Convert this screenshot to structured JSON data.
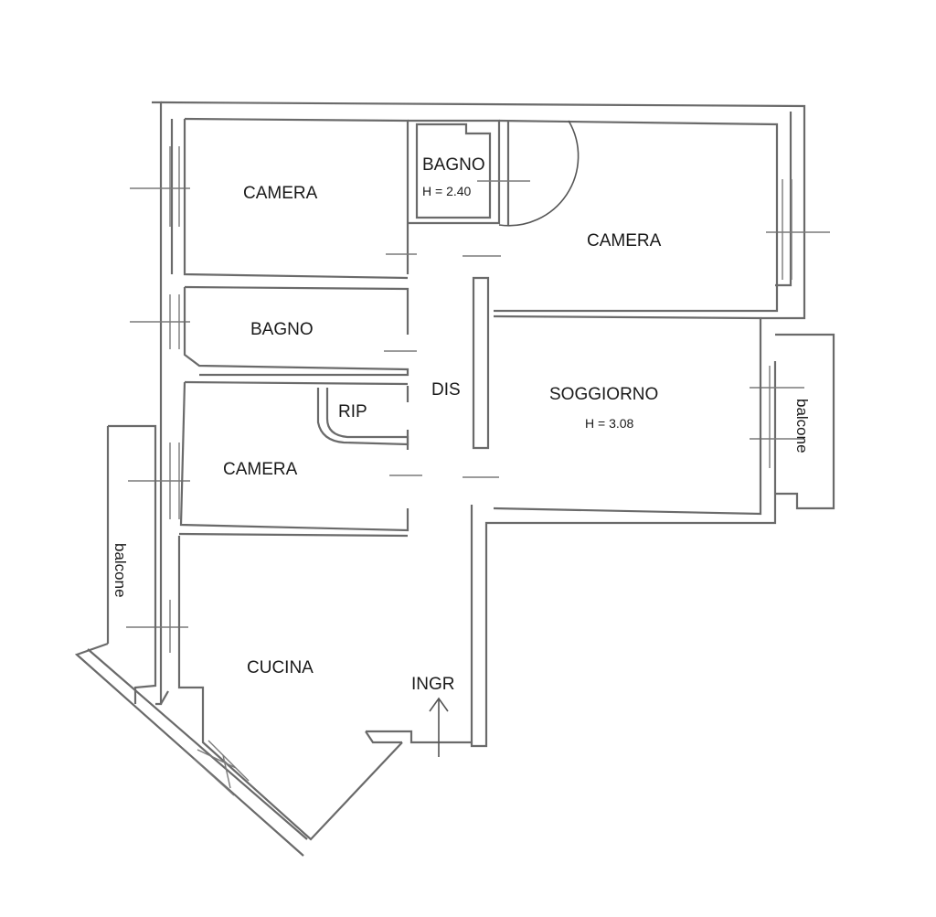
{
  "rooms": {
    "camera_top_left": "CAMERA",
    "bagno_small": "BAGNO",
    "bagno_small_height": "H = 2.40",
    "camera_top_right": "CAMERA",
    "bagno_middle": "BAGNO",
    "dis": "DIS",
    "rip": "RIP",
    "soggiorno": "SOGGIORNO",
    "soggiorno_height": "H = 3.08",
    "camera_middle": "CAMERA",
    "cucina": "CUCINA",
    "ingr": "INGR",
    "balcone_right": "balcone",
    "balcone_left": "balcone"
  }
}
